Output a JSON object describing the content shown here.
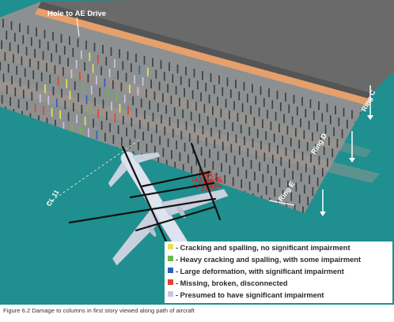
{
  "callouts": {
    "hole": "Hole to AE Drive",
    "cl": "CL 11",
    "ring_c": "Ring C",
    "ring_d": "Ring D",
    "ring_e": "Ring E"
  },
  "legend": [
    {
      "label": "- Cracking and spalling, no significant impairment",
      "color": "#e8e05a"
    },
    {
      "label": "- Heavy cracking and spalling, with some impairment",
      "color": "#6ab84e"
    },
    {
      "label": "- Large deformation, with significant impairment",
      "color": "#2a63b8"
    },
    {
      "label": "- Missing, broken, disconnected",
      "color": "#e0452c"
    },
    {
      "label": "- Presumed to have significant impairment",
      "color": "#c9c4e6"
    }
  ],
  "caption": "Figure 6.2   Damage to columns in first story viewed along path of aircraft",
  "colors": {
    "background": "#1f8f8f",
    "floor": "#8c9090",
    "wall": "#6a6a6a",
    "column_band": "#e6a06c",
    "aircraft": "#dde4ef",
    "debris": "#e02020"
  }
}
